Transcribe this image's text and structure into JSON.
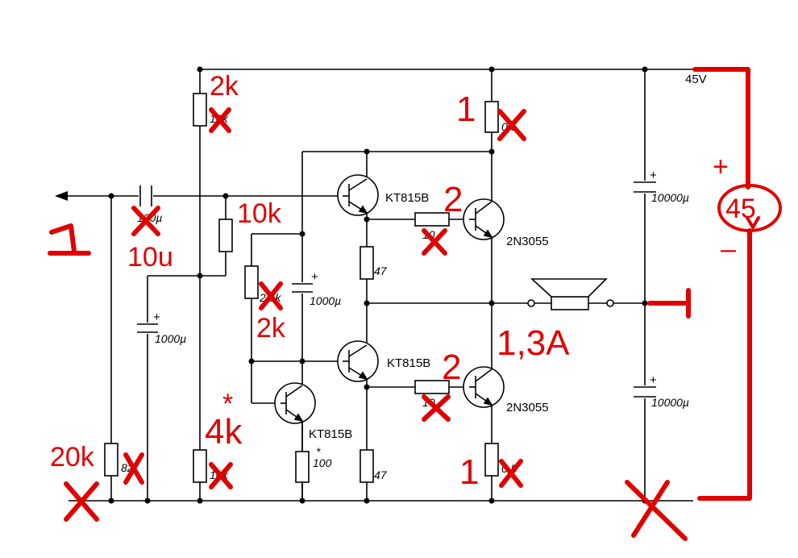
{
  "supply_voltage": "45V",
  "resistors": {
    "r_top_bias": "10k",
    "r_emitter_top": "0.5",
    "r_base_top": "10",
    "r_mid_47_top": "47",
    "r_bias_left": "2.5k",
    "r_base_bottom": "10",
    "r_emitter_bottom": "0.5",
    "r_input": "82",
    "r_bottom_bias": "10k",
    "r_star_100": "100",
    "r_mid_47_bottom": "47"
  },
  "capacitors": {
    "c_input": "100µ",
    "c_bootstrap": "1000µ",
    "c_left": "1000µ",
    "c_filter_top": "10000µ",
    "c_filter_bottom": "10000µ"
  },
  "transistors": {
    "q_driver_top": "KT815B",
    "q_power_top": "2N3055",
    "q_driver_bottom": "KT815B",
    "q_power_bottom": "2N3055",
    "q_bias": "KT815B"
  },
  "marks": {
    "star": "*",
    "plus": "+"
  },
  "annotations": {
    "r_top_new": "2k",
    "r_emitter_new": "1",
    "r_mid_new": "10k",
    "c_input_new": "10u",
    "base_new_top": "2",
    "base_new_bottom": "2",
    "r_bias_new": "2k",
    "current": "1,3A",
    "r_bottom_new": "4k",
    "r_bottom_star": "*",
    "r_input_new": "20k",
    "r_emitter_bottom_new": "1",
    "supply_new": "45",
    "supply_plus": "+",
    "supply_minus": "–",
    "input_one": "1"
  }
}
